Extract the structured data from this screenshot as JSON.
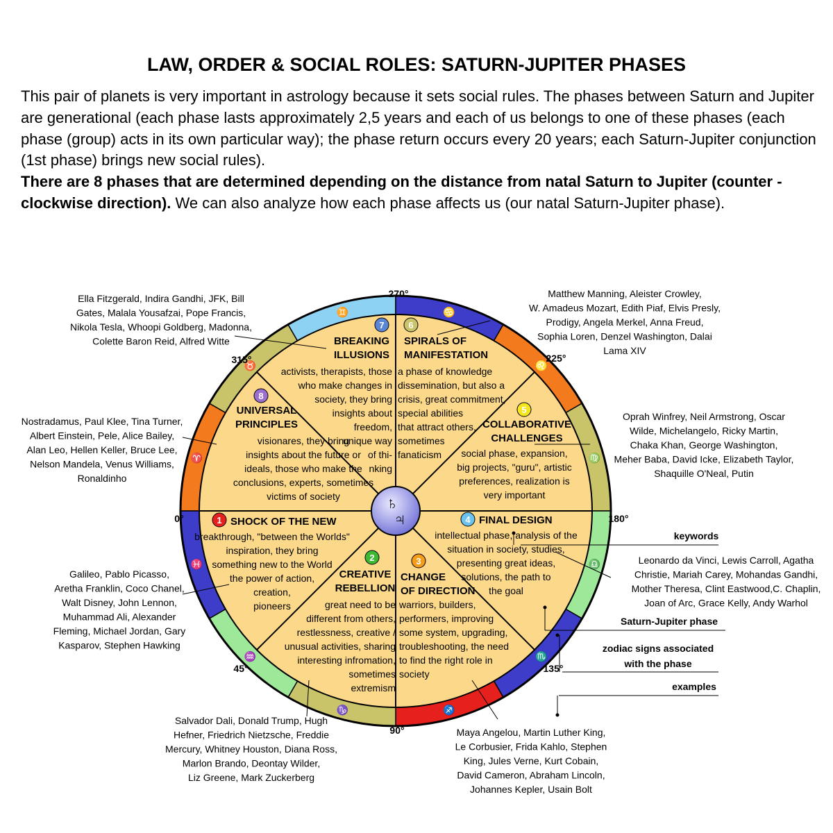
{
  "title": "LAW, ORDER & SOCIAL ROLES: SATURN-JUPITER PHASES",
  "intro": {
    "paragraph1": "This pair of planets is very important in astrology because it sets social rules. The phases between Saturn and Jupiter are generational (each phase lasts approximately 2,5 years and each of us belongs to one of these phases (each phase (group) acts in its own particular way); the phase return occurs every 20 years; each Saturn-Jupiter conjunction (1st phase) brings new social rules).",
    "paragraph2_bold": "There are 8 phases that are determined depending on the distance from natal Saturn to Jupiter (counter - clockwise direction).",
    "paragraph2_rest": " We can also analyze how each phase affects us (our natal Saturn-Jupiter phase)."
  },
  "center_glyphs": [
    "♄",
    "♃"
  ],
  "degrees": {
    "d0": "0°",
    "d45": "45°",
    "d90": "90°",
    "d135": "135°",
    "d180": "180°",
    "d225": "225°",
    "d270": "270°",
    "d315": "315°"
  },
  "zodiac_signs": [
    "♈",
    "♉",
    "♊",
    "♋",
    "♌",
    "♍",
    "♎",
    "♏",
    "♐",
    "♑",
    "♒",
    "♓"
  ],
  "ring_colors": [
    "#f47a1e",
    "#c9c46a",
    "#8ed2f3",
    "#3d3dc9",
    "#f47a1e",
    "#c9c46a",
    "#9ee89a",
    "#3d3dc9",
    "#e6201c",
    "#c9c46a",
    "#9ee89a",
    "#3d3dc9"
  ],
  "inner_fill": "#fcd98a",
  "phases": [
    {
      "number": "1",
      "color": "#e6201c",
      "title": [
        "SHOCK OF THE NEW"
      ],
      "keywords": [
        "breakthrough, \"between the Worlds\"",
        "inspiration, they bring",
        "something new to the World",
        "the power of action,",
        "creation,",
        "pioneers"
      ]
    },
    {
      "number": "2",
      "color": "#3db832",
      "title": [
        "CREATIVE",
        "REBELLION"
      ],
      "keywords": [
        "great need to be",
        "different from others,",
        "restlessness, creative /",
        "unusual activities, sharing",
        "interesting infromation,",
        "sometimes",
        "extremism"
      ]
    },
    {
      "number": "3",
      "color": "#f59c1a",
      "title": [
        "CHANGE",
        "OF DIRECTION"
      ],
      "keywords": [
        "warriors, builders,",
        "performers, improving",
        "some system, upgrading,",
        "troubleshooting, the need",
        "to find the right role in",
        "society"
      ]
    },
    {
      "number": "4",
      "color": "#6cc3ee",
      "title": [
        "FINAL DESIGN"
      ],
      "keywords": [
        "intellectual phase, analysis of the",
        "situation in society, studies,",
        "presenting great ideas,",
        "solutions, the path to",
        "the goal"
      ]
    },
    {
      "number": "5",
      "color": "#f5e61e",
      "title": [
        "COLLABORATIVE",
        "CHALLENGES"
      ],
      "keywords": [
        "social phase, expansion,",
        "big projects, \"guru\", artistic",
        "preferences, realization is",
        "very important"
      ]
    },
    {
      "number": "6",
      "color": "#c9c46a",
      "title": [
        "SPIRALS OF",
        "MANIFESTATION"
      ],
      "keywords": [
        "a phase of knowledge",
        "dissemination, but also a",
        "crisis, great commitment,",
        "special abilities",
        "that attract others,",
        "sometimes",
        "fanaticism"
      ]
    },
    {
      "number": "7",
      "color": "#5b86d6",
      "title": [
        "BREAKING",
        "ILLUSIONS"
      ],
      "keywords": [
        "activists, therapists, those",
        "who make changes in",
        "society, they bring",
        "insights about",
        "freedom,",
        "unique way",
        "of thi-",
        "nking"
      ]
    },
    {
      "number": "8",
      "color": "#9b6fcf",
      "title": [
        "UNIVERSAL",
        "PRINCIPLES"
      ],
      "keywords": [
        "visionares, they bring",
        "insights about the future or",
        "ideals, those who make the",
        "conclusions, experts, sometimes",
        "victims of society"
      ]
    }
  ],
  "examples": {
    "phase1": [
      "Galileo, Pablo Picasso,",
      "Aretha Franklin, Coco Chanel,",
      "Walt Disney, John Lennon,",
      "Muhammad Ali, Alexander",
      "Fleming, Michael Jordan, Gary",
      "Kasparov, Stephen Hawking"
    ],
    "phase2": [
      "Salvador Dali, Donald Trump, Hugh",
      "Hefner, Friedrich Nietzsche, Freddie",
      "Mercury, Whitney Houston, Diana Ross,",
      "Marlon Brando, Deontay Wilder,",
      "Liz Greene, Mark Zuckerberg"
    ],
    "phase3": [
      "Maya Angelou, Martin Luther King,",
      "Le Corbusier, Frida Kahlo, Stephen",
      "King, Jules Verne, Kurt Cobain,",
      "David Cameron, Abraham Lincoln,",
      "Johannes Kepler, Usain Bolt"
    ],
    "phase4": [
      "Leonardo da Vinci, Lewis Carroll, Agatha",
      "Christie, Mariah Carey, Mohandas Gandhi,",
      "Mother Theresa, Clint Eastwood,C. Chaplin,",
      "Joan of Arc, Grace Kelly, Andy Warhol"
    ],
    "phase5": [
      "Oprah Winfrey, Neil Armstrong, Oscar",
      "Wilde, Michelangelo, Ricky Martin,",
      "Chaka Khan, George Washington,",
      "Meher Baba, David Icke, Elizabeth Taylor,",
      "Shaquille O'Neal, Putin"
    ],
    "phase6": [
      "Matthew Manning, Aleister Crowley,",
      "W. Amadeus Mozart, Edith Piaf, Elvis Presly,",
      "Prodigy, Angela Merkel, Anna Freud,",
      "Sophia Loren, Denzel Washington, Dalai",
      "Lama XIV"
    ],
    "phase7": [
      "Ella Fitzgerald, Indira Gandhi, JFK, Bill",
      "Gates, Malala Yousafzai, Pope Francis,",
      "Nikola Tesla, Whoopi Goldberg, Madonna,",
      "Colette Baron Reid, Alfred Witte"
    ],
    "phase8": [
      "Nostradamus, Paul Klee, Tina Turner,",
      "Albert Einstein, Pele, Alice Bailey,",
      "Alan Leo, Hellen Keller, Bruce Lee,",
      "Nelson Mandela, Venus Williams,",
      "Ronaldinho"
    ]
  },
  "legend": {
    "keywords": "keywords",
    "phase": "Saturn-Jupiter phase",
    "zodiac": [
      "zodiac signs associated",
      "with the phase"
    ],
    "examples": "examples"
  }
}
